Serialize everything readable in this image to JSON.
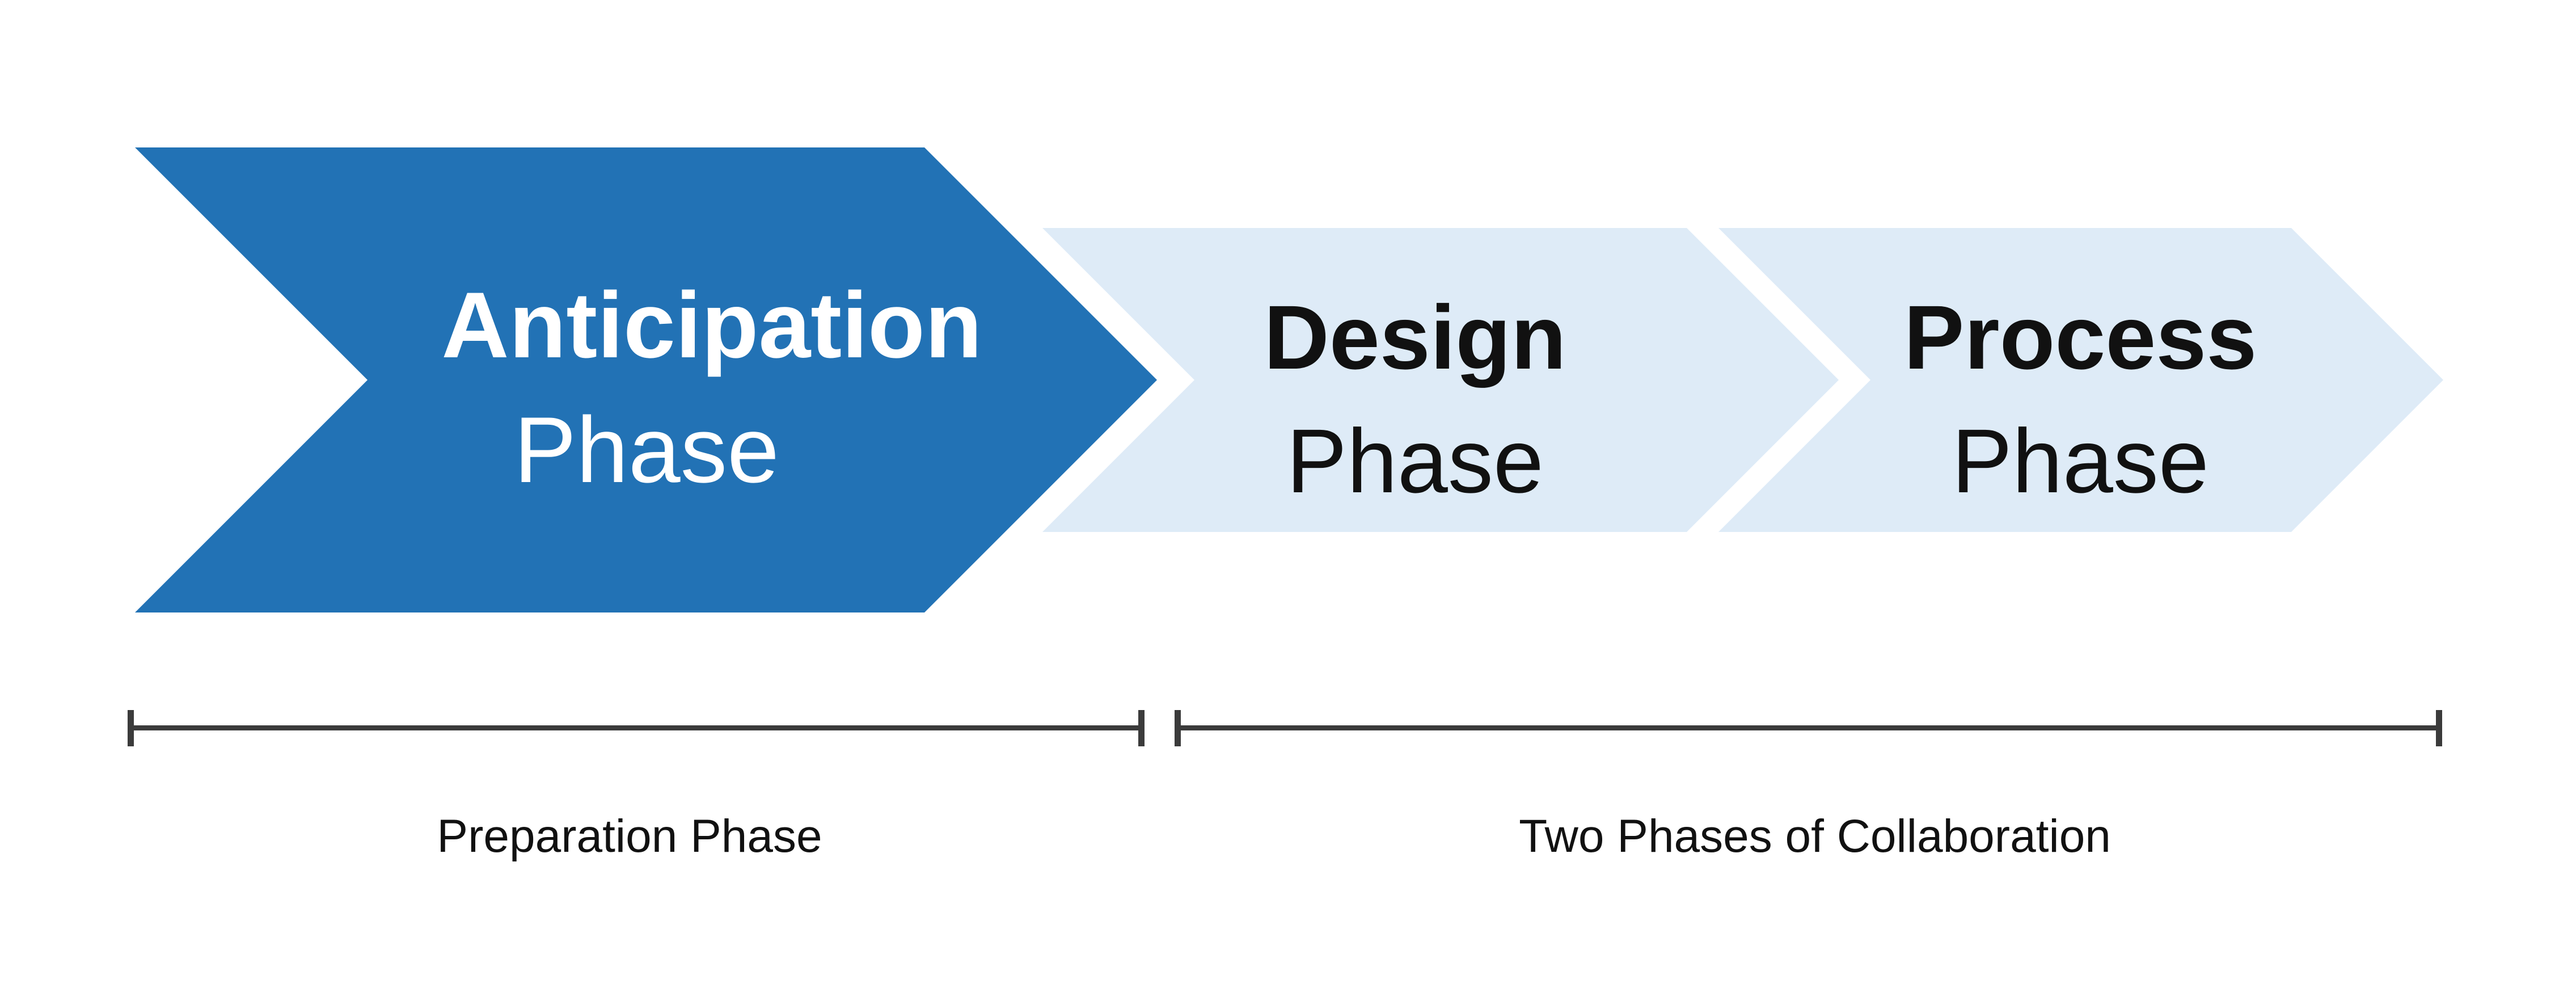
{
  "diagram": {
    "phases": [
      {
        "title": "Anticipation",
        "subtitle": "Phase",
        "style": "primary"
      },
      {
        "title": "Design",
        "subtitle": "Phase",
        "style": "light"
      },
      {
        "title": "Process",
        "subtitle": "Phase",
        "style": "light"
      }
    ],
    "spans": [
      {
        "label": "Preparation Phase"
      },
      {
        "label": "Two Phases of Collaboration"
      }
    ]
  },
  "colors": {
    "primary_blue": "#2272B5",
    "light_blue": "#DEEBF7",
    "bracket_gray": "#3B3B3B",
    "text_dark": "#111111",
    "text_on_primary": "#FFFFFF",
    "background": "#FFFFFF"
  }
}
